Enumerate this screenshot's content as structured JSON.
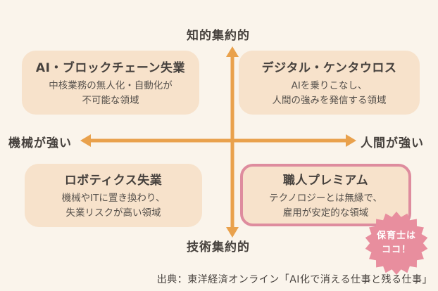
{
  "axes": {
    "top_label": "知的集約的",
    "bottom_label": "技術集約的",
    "left_label": "機械が強い",
    "right_label": "人間が強い"
  },
  "quadrants": {
    "top_left": {
      "title": "AI・ブロックチェーン失業",
      "line1": "中核業務の無人化・自動化が",
      "line2": "不可能な領域"
    },
    "top_right": {
      "title": "デジタル・ケンタウロス",
      "line1": "AIを乗りこなし、",
      "line2": "人間の強みを発信する領域"
    },
    "bottom_left": {
      "title": "ロボティクス失業",
      "line1": "機械やITに置き換わり、",
      "line2": "失業リスクが高い領域"
    },
    "bottom_right": {
      "title": "職人プレミアム",
      "line1": "テクノロジーとは無縁で、",
      "line2": "雇用が安定的な領域",
      "highlighted": "true"
    }
  },
  "badge": {
    "line1": "保育士は",
    "line2": "ココ！"
  },
  "caption": "出典：東洋経済オンライン「AI化で消える仕事と残る仕事」",
  "colors": {
    "background": "#FAF4EB",
    "box_fill": "#F7E2CB",
    "axis_arrow": "#E9A14C",
    "highlight_border": "#DE8C9E",
    "badge_fill": "#E88E9E",
    "badge_text": "#FFFFFF",
    "text": "#46413D"
  }
}
